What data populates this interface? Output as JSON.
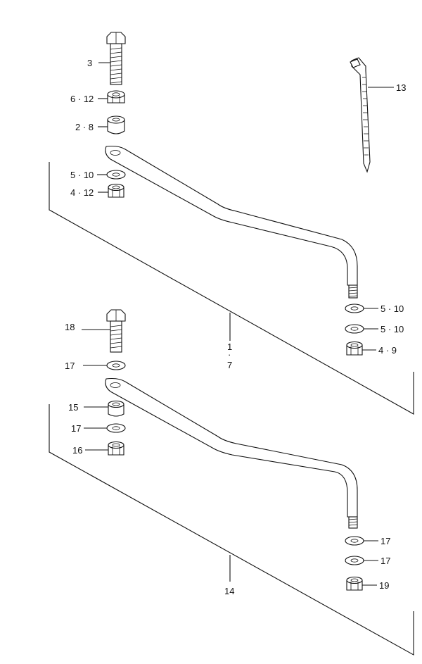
{
  "labels": {
    "upper_bolt": "3",
    "upper_nut_top": "6 · 12",
    "upper_collar": "2 · 8",
    "upper_washer": "5 · 10",
    "upper_nut_bottom": "4 · 12",
    "cable_tie": "13",
    "upper_rod_washer_1": "5 · 10",
    "upper_rod_washer_2": "5 · 10",
    "upper_rod_nut": "4 · 9",
    "upper_rod_assy_a": "1",
    "upper_rod_assy_dot": "·",
    "upper_rod_assy_b": "7",
    "lower_bolt": "18",
    "lower_washer_top": "17",
    "lower_collar": "15",
    "lower_washer": "17",
    "lower_nut": "16",
    "lower_rod_washer_1": "17",
    "lower_rod_washer_2": "17",
    "lower_rod_nut": "19",
    "lower_rod_assy": "14"
  }
}
